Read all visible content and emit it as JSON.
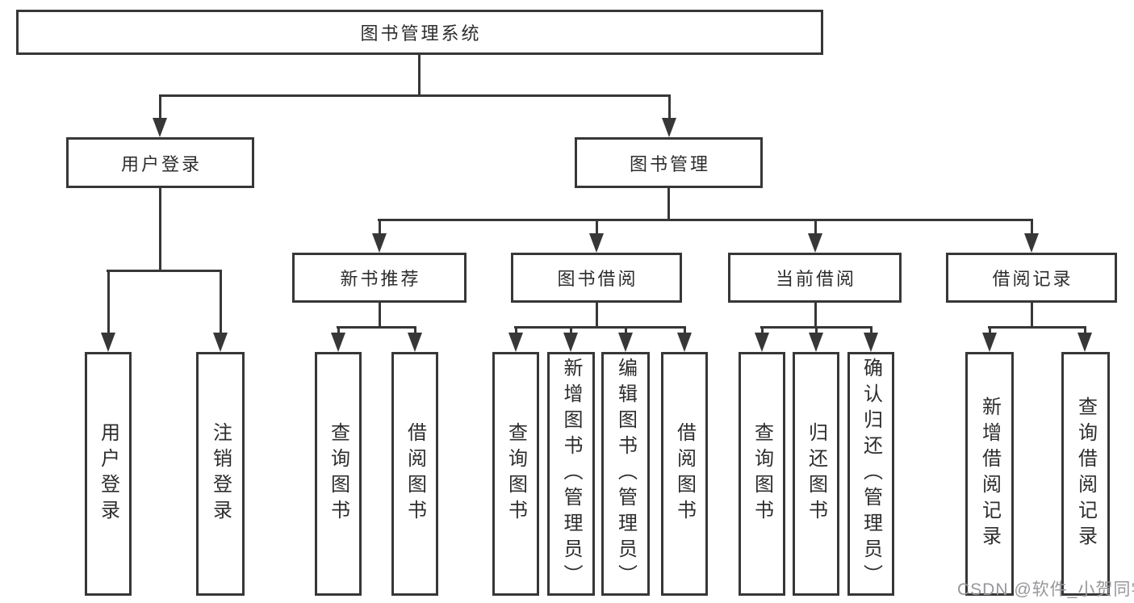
{
  "colors": {
    "background": "#ffffff",
    "line": "#373737",
    "box_border": "#373737",
    "text": "#2d2d2d",
    "watermark": "#97979b"
  },
  "watermark": "CSDN @软件_小贺同学",
  "tree": {
    "root": {
      "label": "图书管理系统"
    },
    "branches": [
      {
        "label": "用户登录",
        "children": [
          {
            "label": "用户登录"
          },
          {
            "label": "注销登录"
          }
        ]
      },
      {
        "label": "图书管理",
        "children": [
          {
            "label": "新书推荐",
            "children": [
              {
                "label": "查询图书"
              },
              {
                "label": "借阅图书"
              }
            ]
          },
          {
            "label": "图书借阅",
            "children": [
              {
                "label": "查询图书"
              },
              {
                "label": "新增图书（管理员）"
              },
              {
                "label": "编辑图书（管理员）"
              },
              {
                "label": "借阅图书"
              }
            ]
          },
          {
            "label": "当前借阅",
            "children": [
              {
                "label": "查询图书"
              },
              {
                "label": "归还图书"
              },
              {
                "label": "确认归还（管理员）"
              }
            ]
          },
          {
            "label": "借阅记录",
            "children": [
              {
                "label": "新增借阅记录"
              },
              {
                "label": "查询借阅记录"
              }
            ]
          }
        ]
      }
    ]
  }
}
